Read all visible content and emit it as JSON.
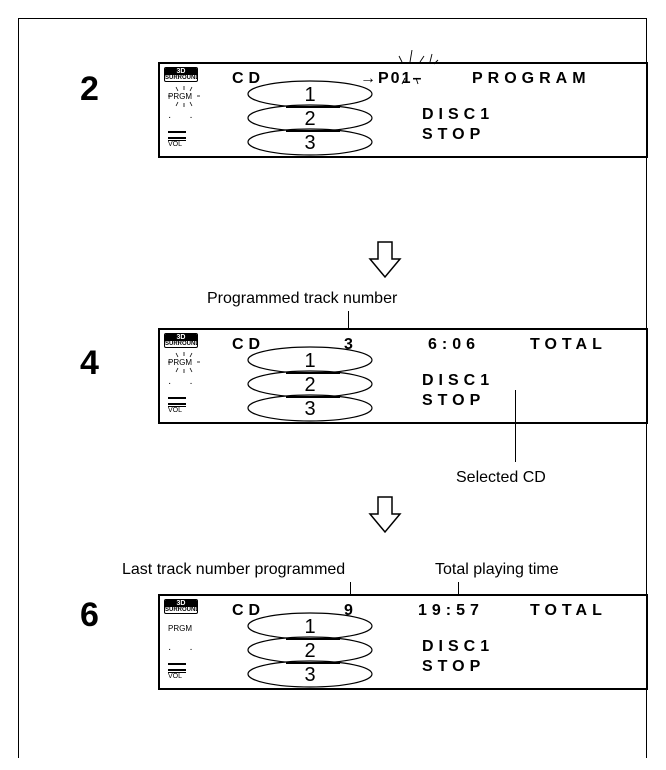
{
  "steps": [
    {
      "number": "2",
      "lcd": {
        "badge_top": "3D",
        "badge_bottom": "SURROUND",
        "mode": "CD",
        "track": "→P01–",
        "time": "",
        "status": "PROGRAM",
        "disc": "DISC1",
        "state": "STOP",
        "prgm": "PRGM",
        "vol": "VOL"
      }
    },
    {
      "number": "4",
      "lcd": {
        "badge_top": "3D",
        "badge_bottom": "SURROUND",
        "mode": "CD",
        "track": "3",
        "time": "6:06",
        "status": "TOTAL",
        "disc": "DISC1",
        "state": "STOP",
        "prgm": "PRGM",
        "vol": "VOL"
      }
    },
    {
      "number": "6",
      "lcd": {
        "badge_top": "3D",
        "badge_bottom": "SURROUND",
        "mode": "CD",
        "track": "9",
        "time": "19:57",
        "status": "TOTAL",
        "disc": "DISC1",
        "state": "STOP",
        "prgm": "PRGM",
        "vol": "VOL"
      }
    }
  ],
  "disc_labels": [
    "1",
    "2",
    "3"
  ],
  "annotations": {
    "programmed_track_number": "Programmed track number",
    "selected_cd": "Selected CD",
    "last_track_number_programmed": "Last track number programmed",
    "total_playing_time": "Total playing time"
  }
}
